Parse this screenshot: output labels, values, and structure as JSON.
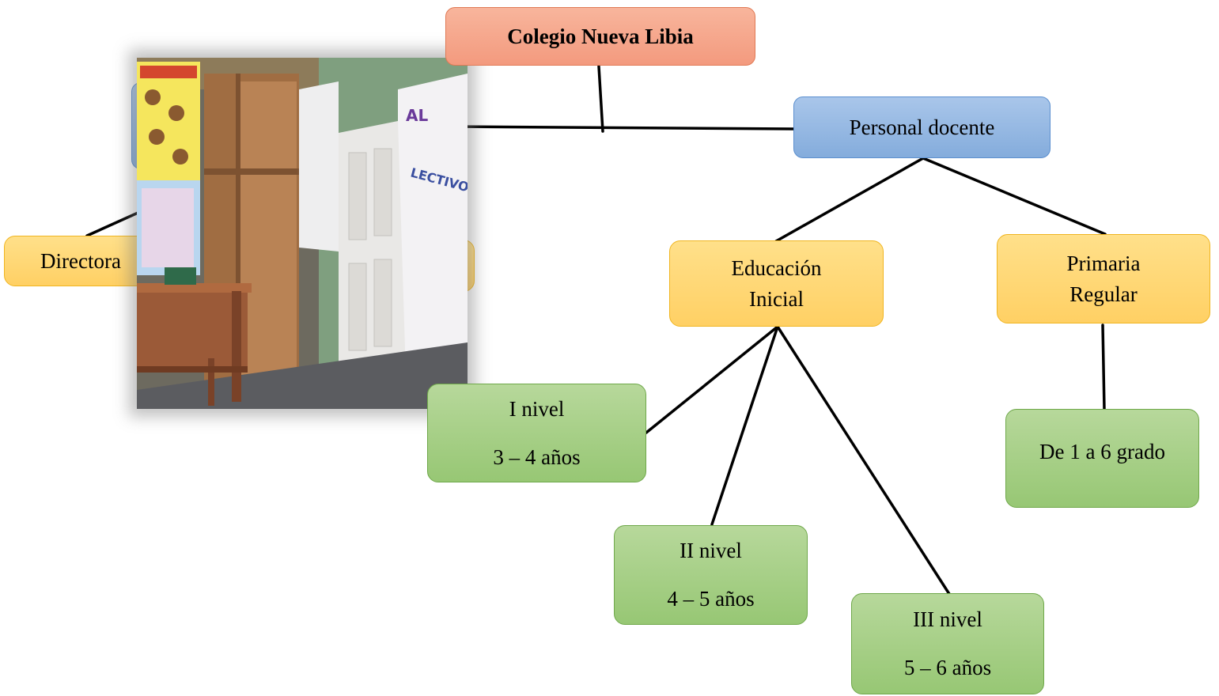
{
  "diagram": {
    "root": "Colegio Nueva Libia",
    "staff": "Personal docente",
    "director": "Directora",
    "initial_education": {
      "line1": "Educación",
      "line2": "Inicial"
    },
    "primary": {
      "line1": "Primaria",
      "line2": "Regular"
    },
    "level1": {
      "name": "I nivel",
      "ages": "3 – 4 años"
    },
    "level2": {
      "name": "II nivel",
      "ages": "4 – 5 años"
    },
    "level3": {
      "name": "III nivel",
      "ages": "5 – 6 años"
    },
    "grades": "De 1 a 6 grado"
  },
  "colors": {
    "root": "#f4a185",
    "staff": "#8fb4e0",
    "category": "#ffd873",
    "leaf": "#a3cf82",
    "connector": "#000000"
  }
}
